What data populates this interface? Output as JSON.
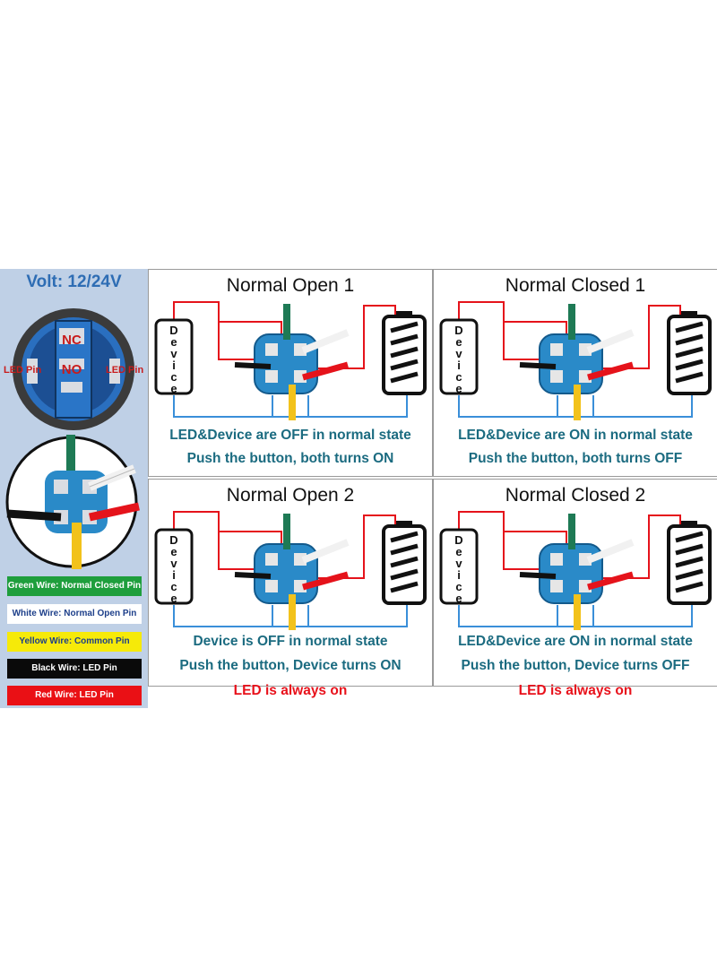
{
  "volt": "Volt: 12/24V",
  "photo_labels": {
    "nc": "NC",
    "no": "NO",
    "led_left": "LED Pin",
    "led_right": "LED Pin"
  },
  "legend": [
    {
      "label": "Green Wire: Normal Closed Pin",
      "bg": "#1e9e3c",
      "fg": "#ffffff"
    },
    {
      "label": "White Wire: Normal Open Pin",
      "bg": "#ffffff",
      "fg": "#1d3f8a"
    },
    {
      "label": "Yellow Wire: Common Pin",
      "bg": "#f6ea09",
      "fg": "#1d3f8a"
    },
    {
      "label": "Black Wire: LED Pin",
      "bg": "#0a0a0a",
      "fg": "#ffffff"
    },
    {
      "label": "Red Wire: LED Pin",
      "bg": "#ea1015",
      "fg": "#ffffff"
    }
  ],
  "device_label": "Device",
  "panels": [
    {
      "title": "Normal Open 1",
      "lines": [
        {
          "text": "LED&Device are OFF in normal state",
          "color": "teal"
        },
        {
          "text": "Push the button, both turns ON",
          "color": "teal"
        }
      ]
    },
    {
      "title": "Normal Closed 1",
      "lines": [
        {
          "text": "LED&Device are ON in normal state",
          "color": "teal"
        },
        {
          "text": "Push the button, both turns OFF",
          "color": "teal"
        }
      ]
    },
    {
      "title": "Normal Open 2",
      "lines": [
        {
          "text": "Device is OFF in normal state",
          "color": "teal"
        },
        {
          "text": "Push the button, Device turns ON",
          "color": "teal"
        },
        {
          "text": "LED is always on",
          "color": "red"
        }
      ]
    },
    {
      "title": "Normal Closed 2",
      "lines": [
        {
          "text": "LED&Device are ON in normal state",
          "color": "teal"
        },
        {
          "text": "Push the button, Device turns OFF",
          "color": "teal"
        },
        {
          "text": "LED is always on",
          "color": "red"
        }
      ]
    }
  ],
  "colors": {
    "wire_red": "#e5131b",
    "wire_blue": "#3a8fd9",
    "wire_green": "#1e7a55",
    "wire_yellow": "#f2c21b",
    "connector": "#2a8ac8"
  }
}
